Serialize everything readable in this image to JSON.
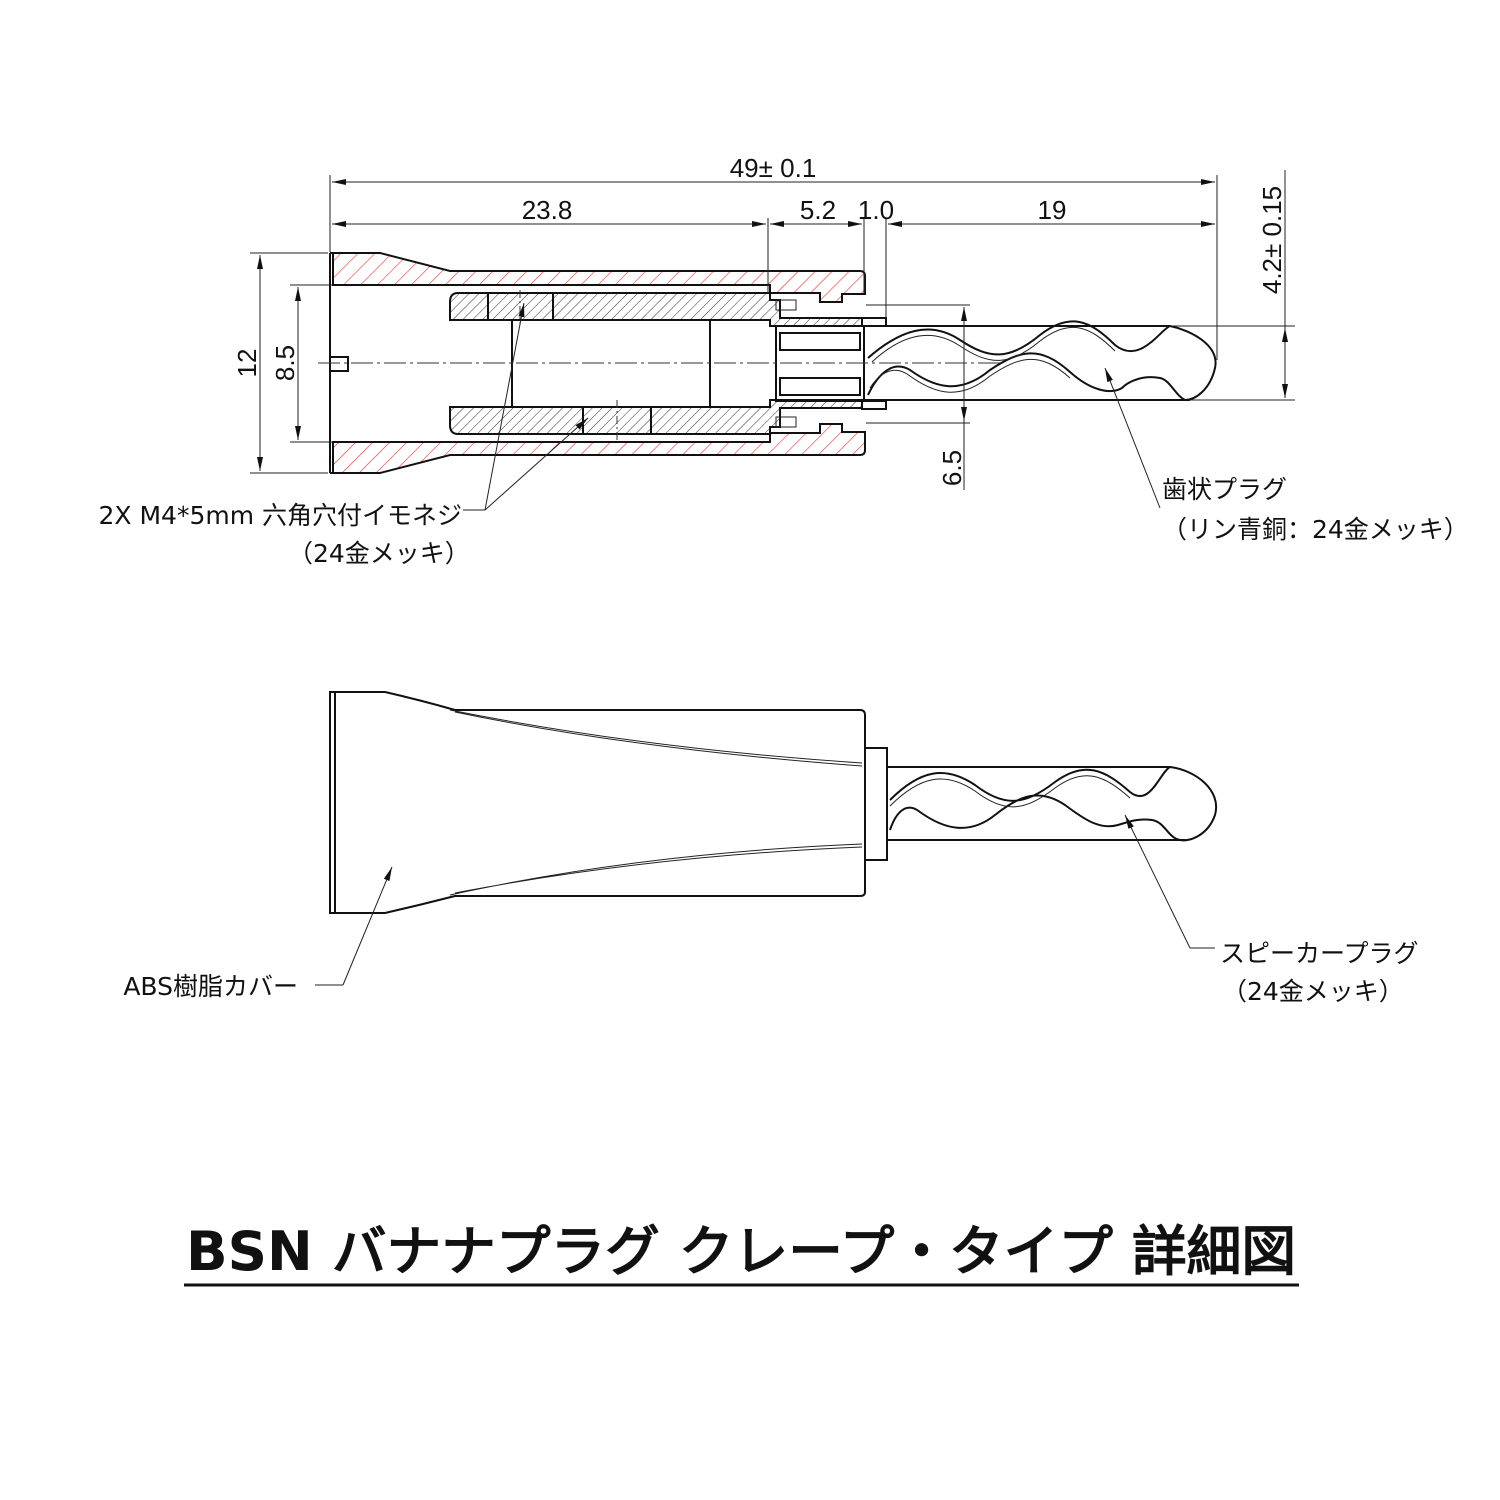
{
  "dimensions": {
    "overall_length": "49± 0.1",
    "cover_length": "23.8",
    "rear_length": "5.2",
    "collar_length": "1.0",
    "pin_length": "19",
    "outer_diameter": "12",
    "inner_diameter": "8.5",
    "collar_diameter": "6.5",
    "pin_diameter": "4.2± 0.15"
  },
  "callouts": {
    "screw_line1": "2X M4*5mm 六角穴付イモネジ",
    "screw_line2": "（24金メッキ）",
    "tooth_line1": "歯状プラグ",
    "tooth_line2": "（リン青銅：24金メッキ）",
    "cover_label": "ABS樹脂カバー",
    "speaker_line1": "スピーカープラグ",
    "speaker_line2": "（24金メッキ）"
  },
  "title": "BSN バナナプラグ クレープ・タイプ 詳細図",
  "colors": {
    "hatch_red": "#e8322f",
    "line": "#111111"
  }
}
